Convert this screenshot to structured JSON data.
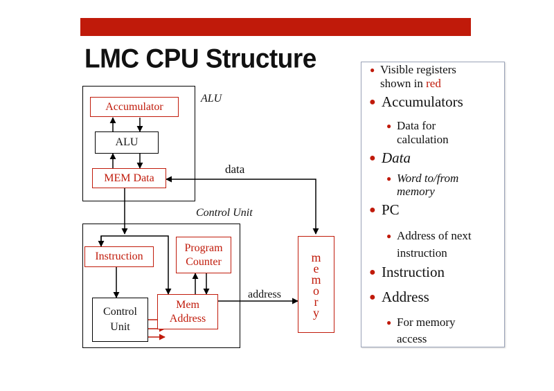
{
  "slide": {
    "title": "LMC CPU Structure",
    "accent_color": "#c01a0a"
  },
  "diagram": {
    "alu_section_label": "ALU",
    "control_section_label": "Control Unit",
    "accumulator": "Accumulator",
    "alu": "ALU",
    "mem_data": "MEM Data",
    "instruction": "Instruction",
    "program_counter": [
      "Program",
      "Counter"
    ],
    "control_unit": [
      "Control",
      "Unit"
    ],
    "mem_address": [
      "Mem",
      "Address"
    ],
    "memory_letters": [
      "m",
      "e",
      "m",
      "o",
      "r",
      "y"
    ],
    "data_label": "data",
    "address_label": "address"
  },
  "bullets": {
    "b1_line1": "Visible registers",
    "b1_line2_prefix": "shown in ",
    "b1_line2_red": "red",
    "accumulators": "Accumulators",
    "data_for": "Data for",
    "calculation": "calculation",
    "data": "Data",
    "word_to_from": "Word to/from",
    "memory": "memory",
    "pc": "PC",
    "address_of_next": "Address of next",
    "instruction_sub": "instruction",
    "instruction": "Instruction",
    "address": "Address",
    "for_memory": "For memory",
    "access": "access"
  }
}
